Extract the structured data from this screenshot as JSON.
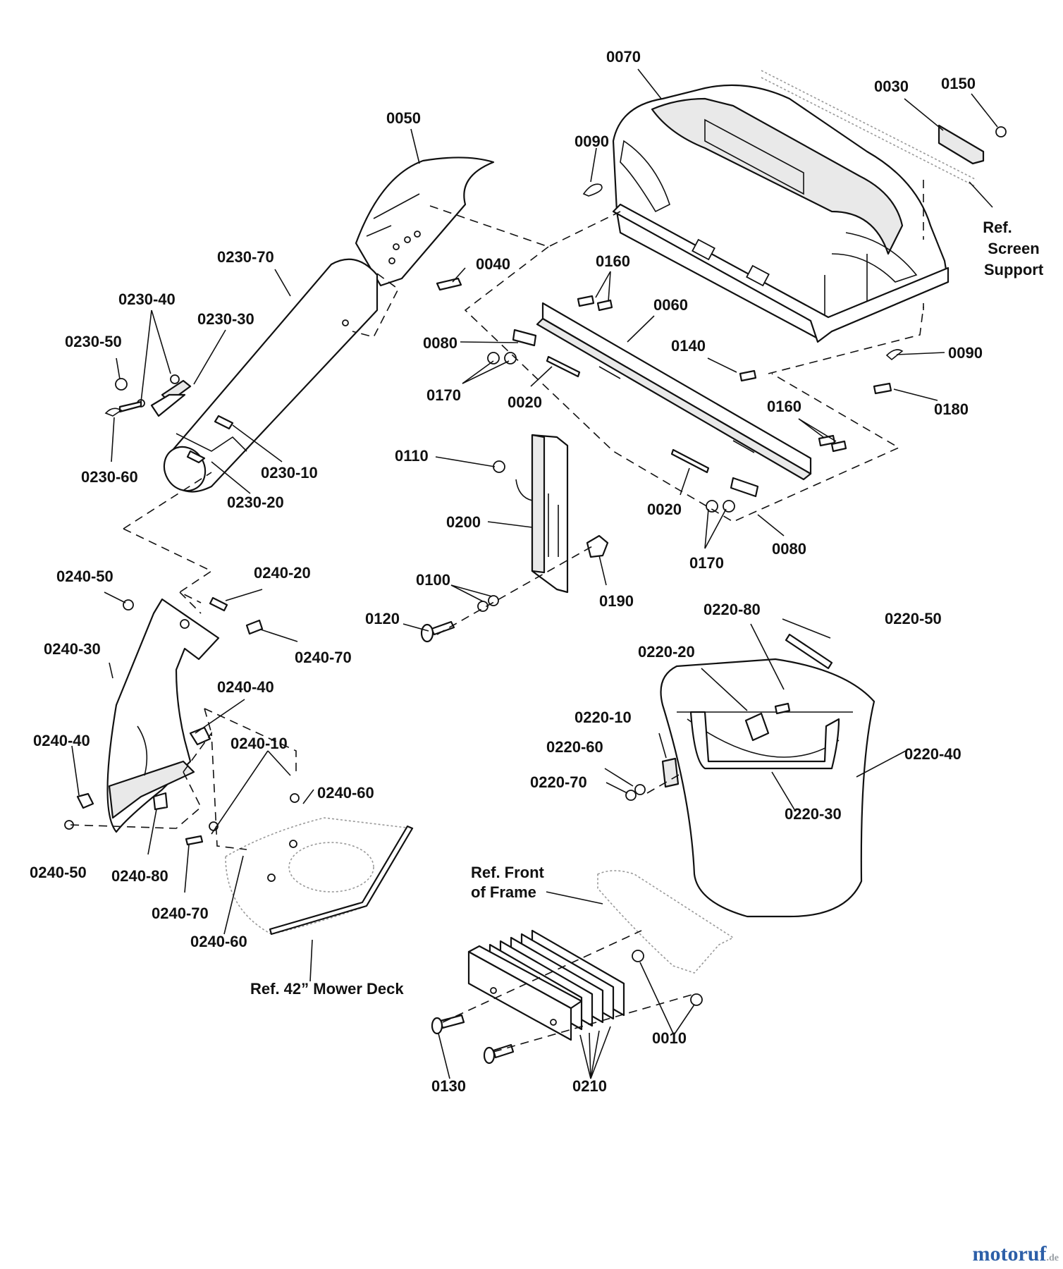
{
  "labels": {
    "l0070": "0070",
    "l0030": "0030",
    "l0150": "0150",
    "l0050": "0050",
    "l0090a": "0090",
    "refScreen1": "Ref.",
    "refScreen2": "Screen",
    "refScreen3": "Support",
    "l0230_70": "0230-70",
    "l0040": "0040",
    "l0160a": "0160",
    "l0060": "0060",
    "l0230_40": "0230-40",
    "l0230_30": "0230-30",
    "l0230_50": "0230-50",
    "l0080a": "0080",
    "l0140": "0140",
    "l0090b": "0090",
    "l0170a": "0170",
    "l0020a": "0020",
    "l0180": "0180",
    "l0160b": "0160",
    "l0110": "0110",
    "l0230_60": "0230-60",
    "l0230_10": "0230-10",
    "l0230_20": "0230-20",
    "l0200": "0200",
    "l0020b": "0020",
    "l0080b": "0080",
    "l0170b": "0170",
    "l0240_50a": "0240-50",
    "l0240_20": "0240-20",
    "l0100": "0100",
    "l0190": "0190",
    "l0120": "0120",
    "l0240_70a": "0240-70",
    "l0220_80": "0220-80",
    "l0220_50": "0220-50",
    "l0240_30": "0240-30",
    "l0220_20": "0220-20",
    "l0240_40a": "0240-40",
    "l0240_40b": "0240-40",
    "l0240_10": "0240-10",
    "l0220_10": "0220-10",
    "l0220_60": "0220-60",
    "l0220_40": "0220-40",
    "l0220_70": "0220-70",
    "l0240_60a": "0240-60",
    "l0220_30": "0220-30",
    "l0240_50b": "0240-50",
    "l0240_80": "0240-80",
    "refFront1": "Ref. Front",
    "refFront2": "of Frame",
    "l0240_70b": "0240-70",
    "l0240_60b": "0240-60",
    "refDeck": "Ref. 42” Mower Deck",
    "l0010": "0010",
    "l0130": "0130",
    "l0210": "0210"
  },
  "watermark": {
    "brand": "motoruf",
    "suffix": ".de"
  }
}
